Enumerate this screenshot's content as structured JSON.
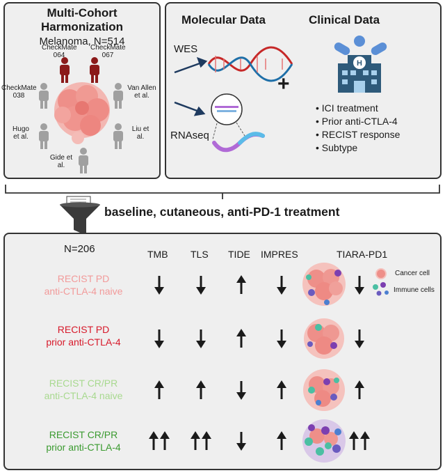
{
  "harmonization": {
    "title_line1": "Multi-Cohort",
    "title_line2": "Harmonization",
    "subtitle": "Melanoma, N=514",
    "cohorts": [
      "CheckMate\n064",
      "CheckMate\n067",
      "CheckMate\n038",
      "Van Allen\net al.",
      "Hugo\net al.",
      "Liu et\nal.",
      "Gide et\nal."
    ]
  },
  "data_panel": {
    "molecular_title": "Molecular Data",
    "clinical_title": "Clinical Data",
    "wes_label": "WES",
    "rnaseq_label": "RNAseq",
    "plus": "+",
    "clinical_items": [
      "ICI treatment",
      "Prior anti-CTLA-4",
      "RECIST response",
      "Subtype"
    ]
  },
  "filter_label": "baseline, cutaneous, anti-PD-1 treatment",
  "results": {
    "n_label": "N=206",
    "columns": [
      "TMB",
      "TLS",
      "TIDE",
      "IMPRES",
      "TIARA-PD1"
    ],
    "legend": {
      "cancer": "Cancer cell",
      "immune": "Immune cells"
    },
    "rows": [
      {
        "line1": "RECIST PD",
        "line2": "anti-CTLA-4 naive",
        "color": "#f29a9a",
        "arrows": [
          "down",
          "down",
          "up",
          "down",
          "down"
        ]
      },
      {
        "line1": "RECIST PD",
        "line2": "prior anti-CTLA-4",
        "color": "#d7192a",
        "arrows": [
          "down",
          "down",
          "up",
          "down",
          "down"
        ]
      },
      {
        "line1": "RECIST CR/PR",
        "line2": "anti-CTLA-4 naive",
        "color": "#a8d98f",
        "arrows": [
          "up",
          "up",
          "down",
          "up",
          "up"
        ]
      },
      {
        "line1": "RECIST CR/PR",
        "line2": "prior anti-CTLA-4",
        "color": "#3a9a2f",
        "arrows": [
          "upup",
          "upup",
          "down",
          "up",
          "upup"
        ]
      }
    ]
  },
  "colors": {
    "panel_bg": "#efefef",
    "highlight_person": "#8b1a1a",
    "gray_person": "#9a9a9a",
    "arrow_navy": "#1e3a5f",
    "hospital": "#2e5a7a"
  }
}
